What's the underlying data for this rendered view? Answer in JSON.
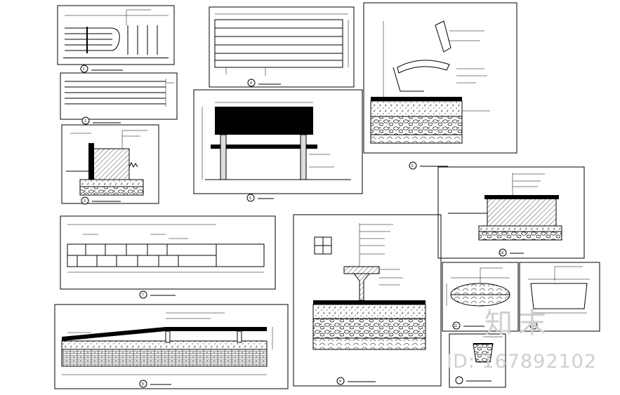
{
  "drawing_sheet": {
    "caption_number_1": "1",
    "caption_number_2": "2",
    "caption_number_3": "3",
    "caption_number_4": "4",
    "caption_number_5": "5",
    "caption_number_6": "6",
    "caption_number_7": "7",
    "caption_number_8": "8",
    "caption_number_9": "9",
    "caption_number_10": "10",
    "caption_number_11": "11",
    "caption_number_12": "12"
  },
  "watermark": {
    "brand": "知末",
    "id": "ID: 167892102"
  },
  "colors": {
    "line": "#000000",
    "fill_dark": "#111111",
    "watermark": "#cfcfcf"
  }
}
